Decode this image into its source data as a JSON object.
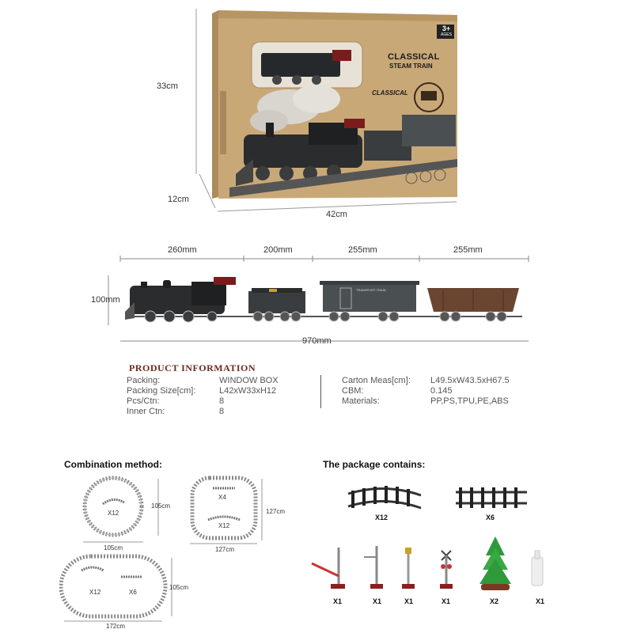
{
  "box": {
    "height_label": "33cm",
    "depth_label": "12cm",
    "width_label": "42cm",
    "badge": "3+",
    "badge_sub": "AGES",
    "brand_line1": "CLASSICAL",
    "brand_line2": "STEAM TRAIN",
    "emblem": "CLASSICAL"
  },
  "train": {
    "segments": [
      "260mm",
      "200mm",
      "255mm",
      "255mm"
    ],
    "height_label": "100mm",
    "total_label": "970mm",
    "boxcar_text": "TRANSPORT TRAIN"
  },
  "product_info": {
    "title": "PRODUCT INFORMATION",
    "left_labels": [
      "Packing:",
      "Packing Size[cm]:",
      "Pcs/Ctn:",
      "Inner Ctn:"
    ],
    "left_values": [
      "WINDOW BOX",
      "L42xW33xH12",
      "8",
      "8"
    ],
    "right_labels": [
      "Carton Meas[cm]:",
      "CBM:",
      "Materials:"
    ],
    "right_values": [
      "L49.5xW43.5xH67.5",
      "0.145",
      "PP,PS,TPU,PE,ABS"
    ]
  },
  "combination": {
    "title": "Combination method:",
    "circle": {
      "qty": "X12",
      "height": "105cm",
      "width": "105cm"
    },
    "square": {
      "qty_top": "X4",
      "qty_bottom": "X12",
      "height": "127cm",
      "width": "127cm"
    },
    "oval": {
      "qty_curve": "X12",
      "qty_straight": "X6",
      "height": "105cm",
      "width": "172cm"
    }
  },
  "package": {
    "title": "The package contains:",
    "curved_qty": "X12",
    "straight_qty": "X6",
    "accessories_qty": [
      "X1",
      "X1",
      "X1",
      "X1",
      "X2",
      "X1"
    ]
  },
  "colors": {
    "box_kraft": "#c9a878",
    "box_side": "#ad8c5c",
    "engine": "#2a2c2e",
    "boxcar": "#4a4f52",
    "hopper": "#6a4530",
    "accent_red": "#8b1f1f",
    "title_brown": "#6b2a1f"
  }
}
